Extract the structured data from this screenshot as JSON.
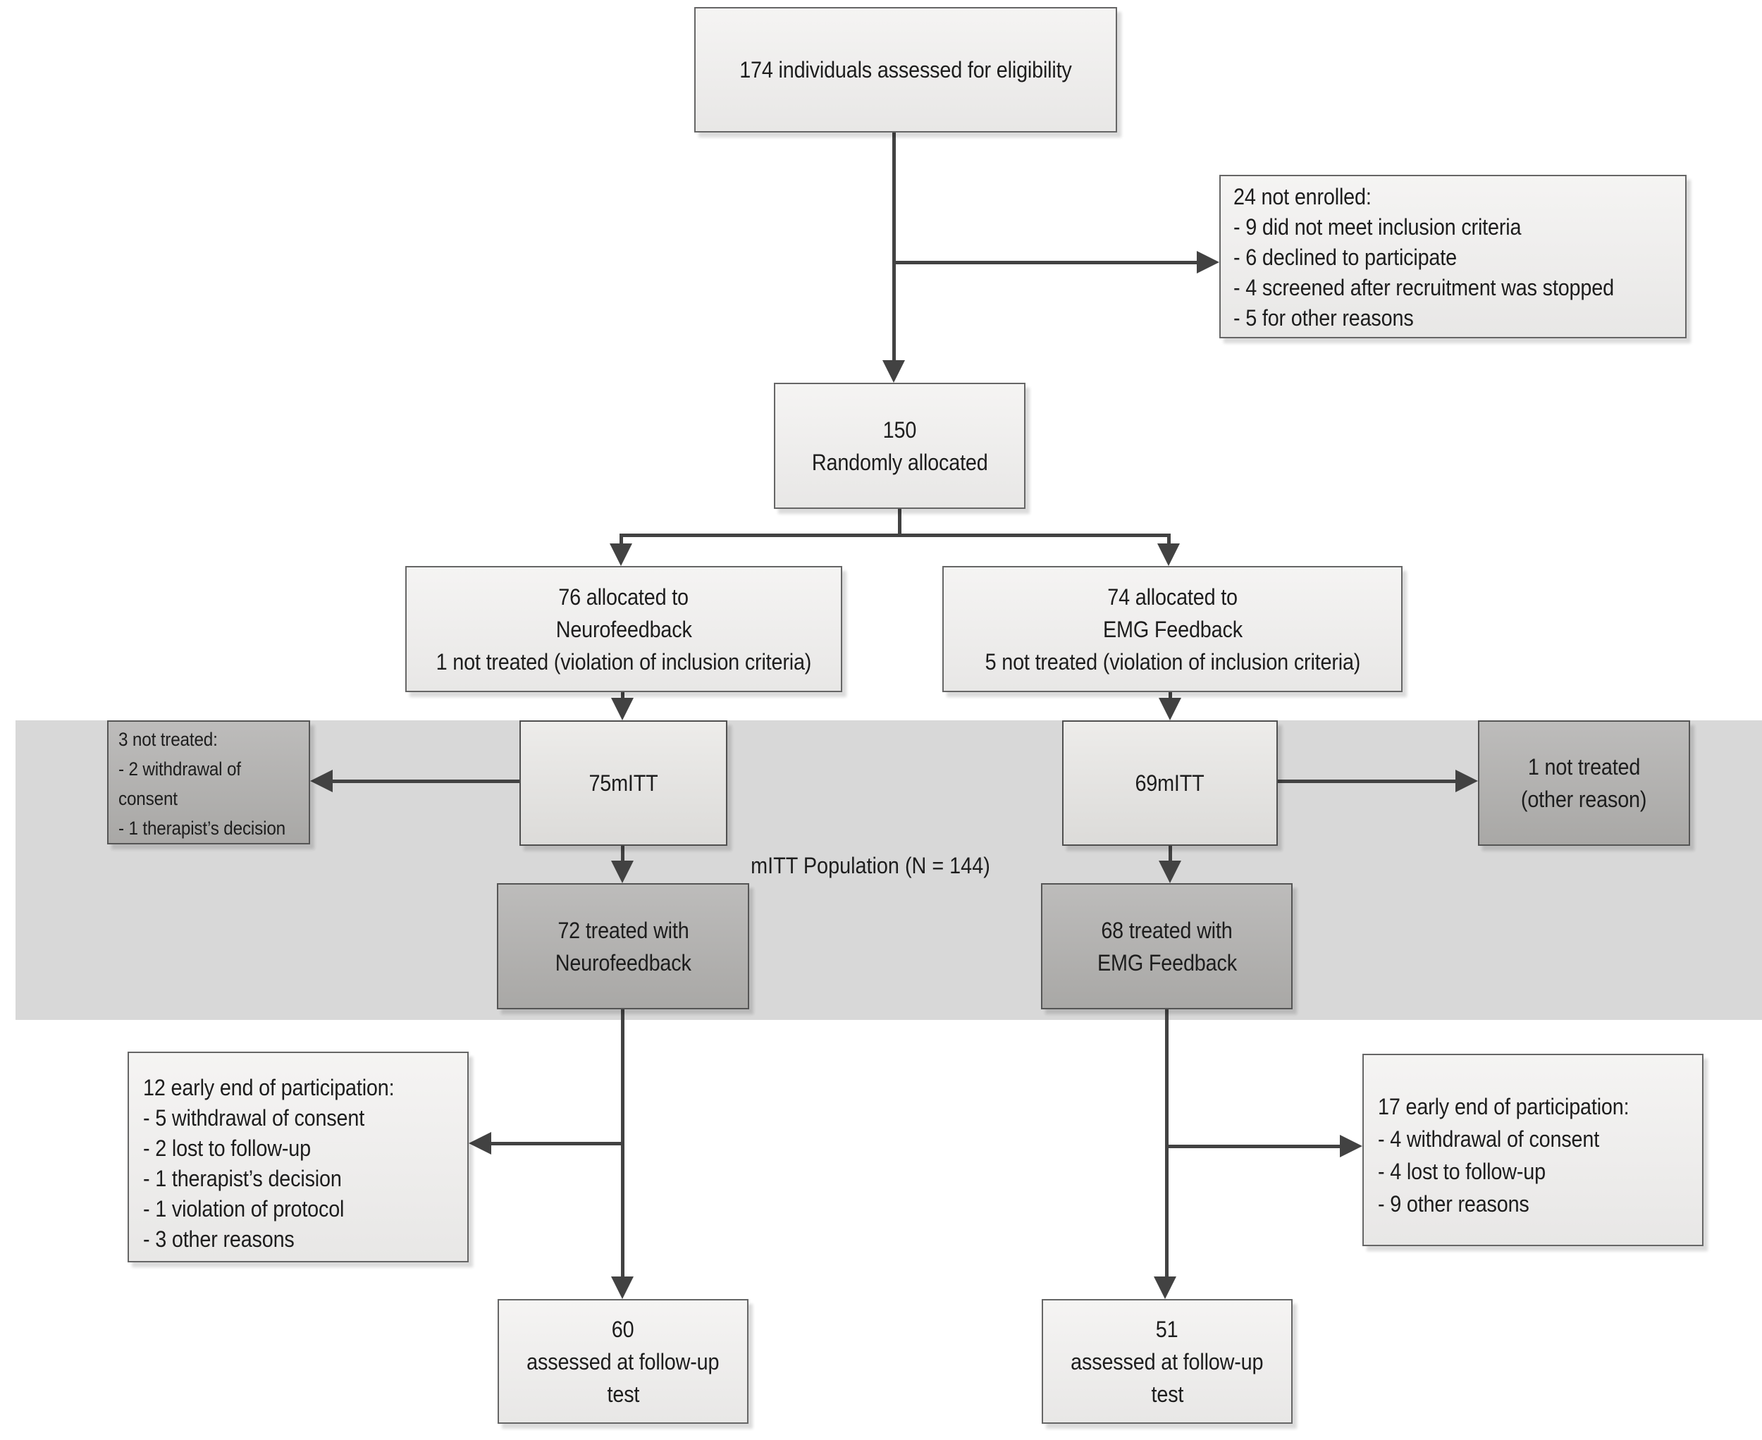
{
  "band_label": "mITT Population (N = 144)",
  "colors": {
    "band": "#d8d8d8",
    "box_light": "#eeedec",
    "box_dark": "#b3b2b0",
    "line": "#424242"
  },
  "boxes": {
    "eligibility": {
      "lines": [
        "174 individuals assessed for eligibility"
      ]
    },
    "not_enrolled": {
      "lines": [
        "24 not enrolled:",
        "- 9 did not meet inclusion criteria",
        "- 6 declined to participate",
        "- 4 screened after recruitment was stopped",
        "- 5 for other reasons"
      ]
    },
    "randomized": {
      "lines": [
        "150",
        "Randomly allocated"
      ]
    },
    "alloc_neuro": {
      "lines": [
        "76 allocated to",
        "Neurofeedback",
        "1 not treated (violation of inclusion criteria)"
      ]
    },
    "alloc_emg": {
      "lines": [
        "74 allocated to",
        "EMG Feedback",
        "5 not treated (violation of inclusion criteria)"
      ]
    },
    "not_treated_neuro": {
      "lines": [
        "3 not treated:",
        "- 2 withdrawal of",
        "consent",
        "- 1 therapist’s decision"
      ]
    },
    "mitt_neuro": {
      "lines": [
        "75mITT"
      ]
    },
    "mitt_emg": {
      "lines": [
        "69mITT"
      ]
    },
    "not_treated_emg": {
      "lines": [
        "1 not treated",
        "(other reason)"
      ]
    },
    "treated_neuro": {
      "lines": [
        "72 treated with",
        "Neurofeedback"
      ]
    },
    "treated_emg": {
      "lines": [
        "68 treated with",
        "EMG Feedback"
      ]
    },
    "dropout_neuro": {
      "lines": [
        "12 early end of participation:",
        "- 5  withdrawal of consent",
        "- 2 lost to follow-up",
        "- 1 therapist’s decision",
        "- 1 violation of protocol",
        "- 3 other reasons"
      ]
    },
    "dropout_emg": {
      "lines": [
        "17 early end of participation:",
        "- 4 withdrawal of consent",
        "- 4 lost to follow-up",
        "- 9  other reasons"
      ]
    },
    "followup_neuro": {
      "lines": [
        "60",
        "assessed at follow-up",
        "test"
      ]
    },
    "followup_emg": {
      "lines": [
        "51",
        "assessed at follow-up",
        "test"
      ]
    }
  }
}
